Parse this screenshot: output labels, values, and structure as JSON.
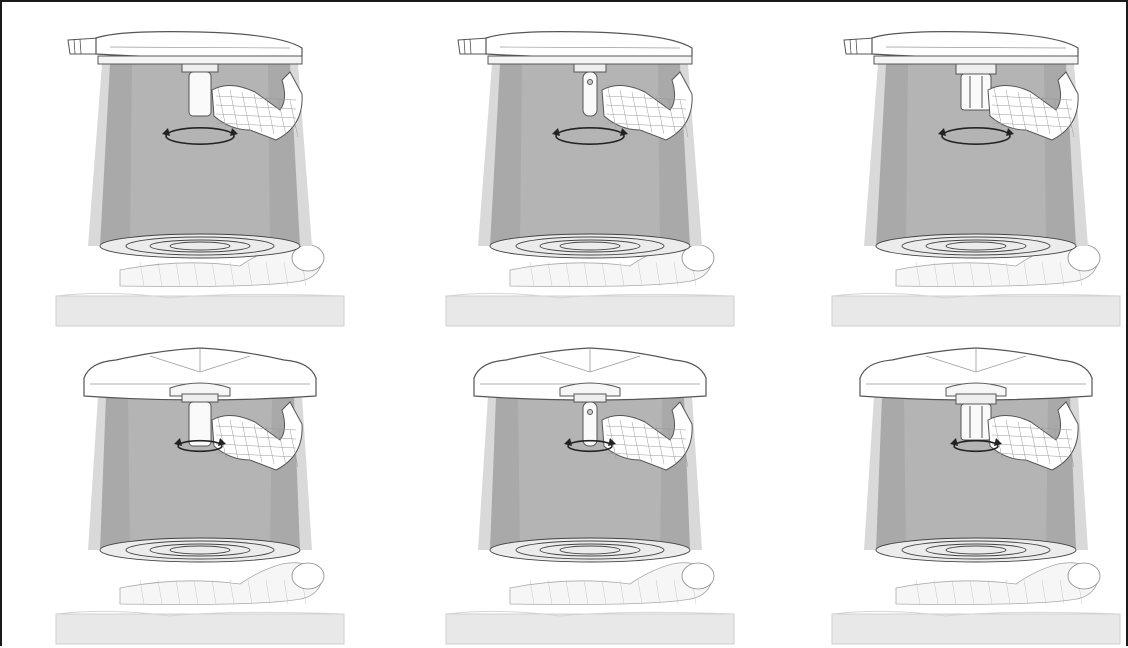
{
  "figure": {
    "description_free": true,
    "rows": [
      {
        "variant": "round-lamp-head",
        "panels": [
          {
            "handle": "plain-handle"
          },
          {
            "handle": "slim-handle"
          },
          {
            "handle": "camera-handle"
          }
        ]
      },
      {
        "variant": "domed-lamp-head",
        "panels": [
          {
            "handle": "plain-handle"
          },
          {
            "handle": "slim-handle"
          },
          {
            "handle": "camera-handle"
          }
        ]
      }
    ]
  },
  "icons": {
    "rotation": "rotate-arrows-icon",
    "hand": "gloved-hand-icon",
    "patient": "patient-icon",
    "table": "operating-table-icon"
  },
  "colors": {
    "frame": "#1a1a1a",
    "beam_dark": "#a9a9a9",
    "beam_light": "#d9d9d9",
    "table": "#e8e8e8",
    "lamp": "#ffffff",
    "outline": "#555555"
  }
}
